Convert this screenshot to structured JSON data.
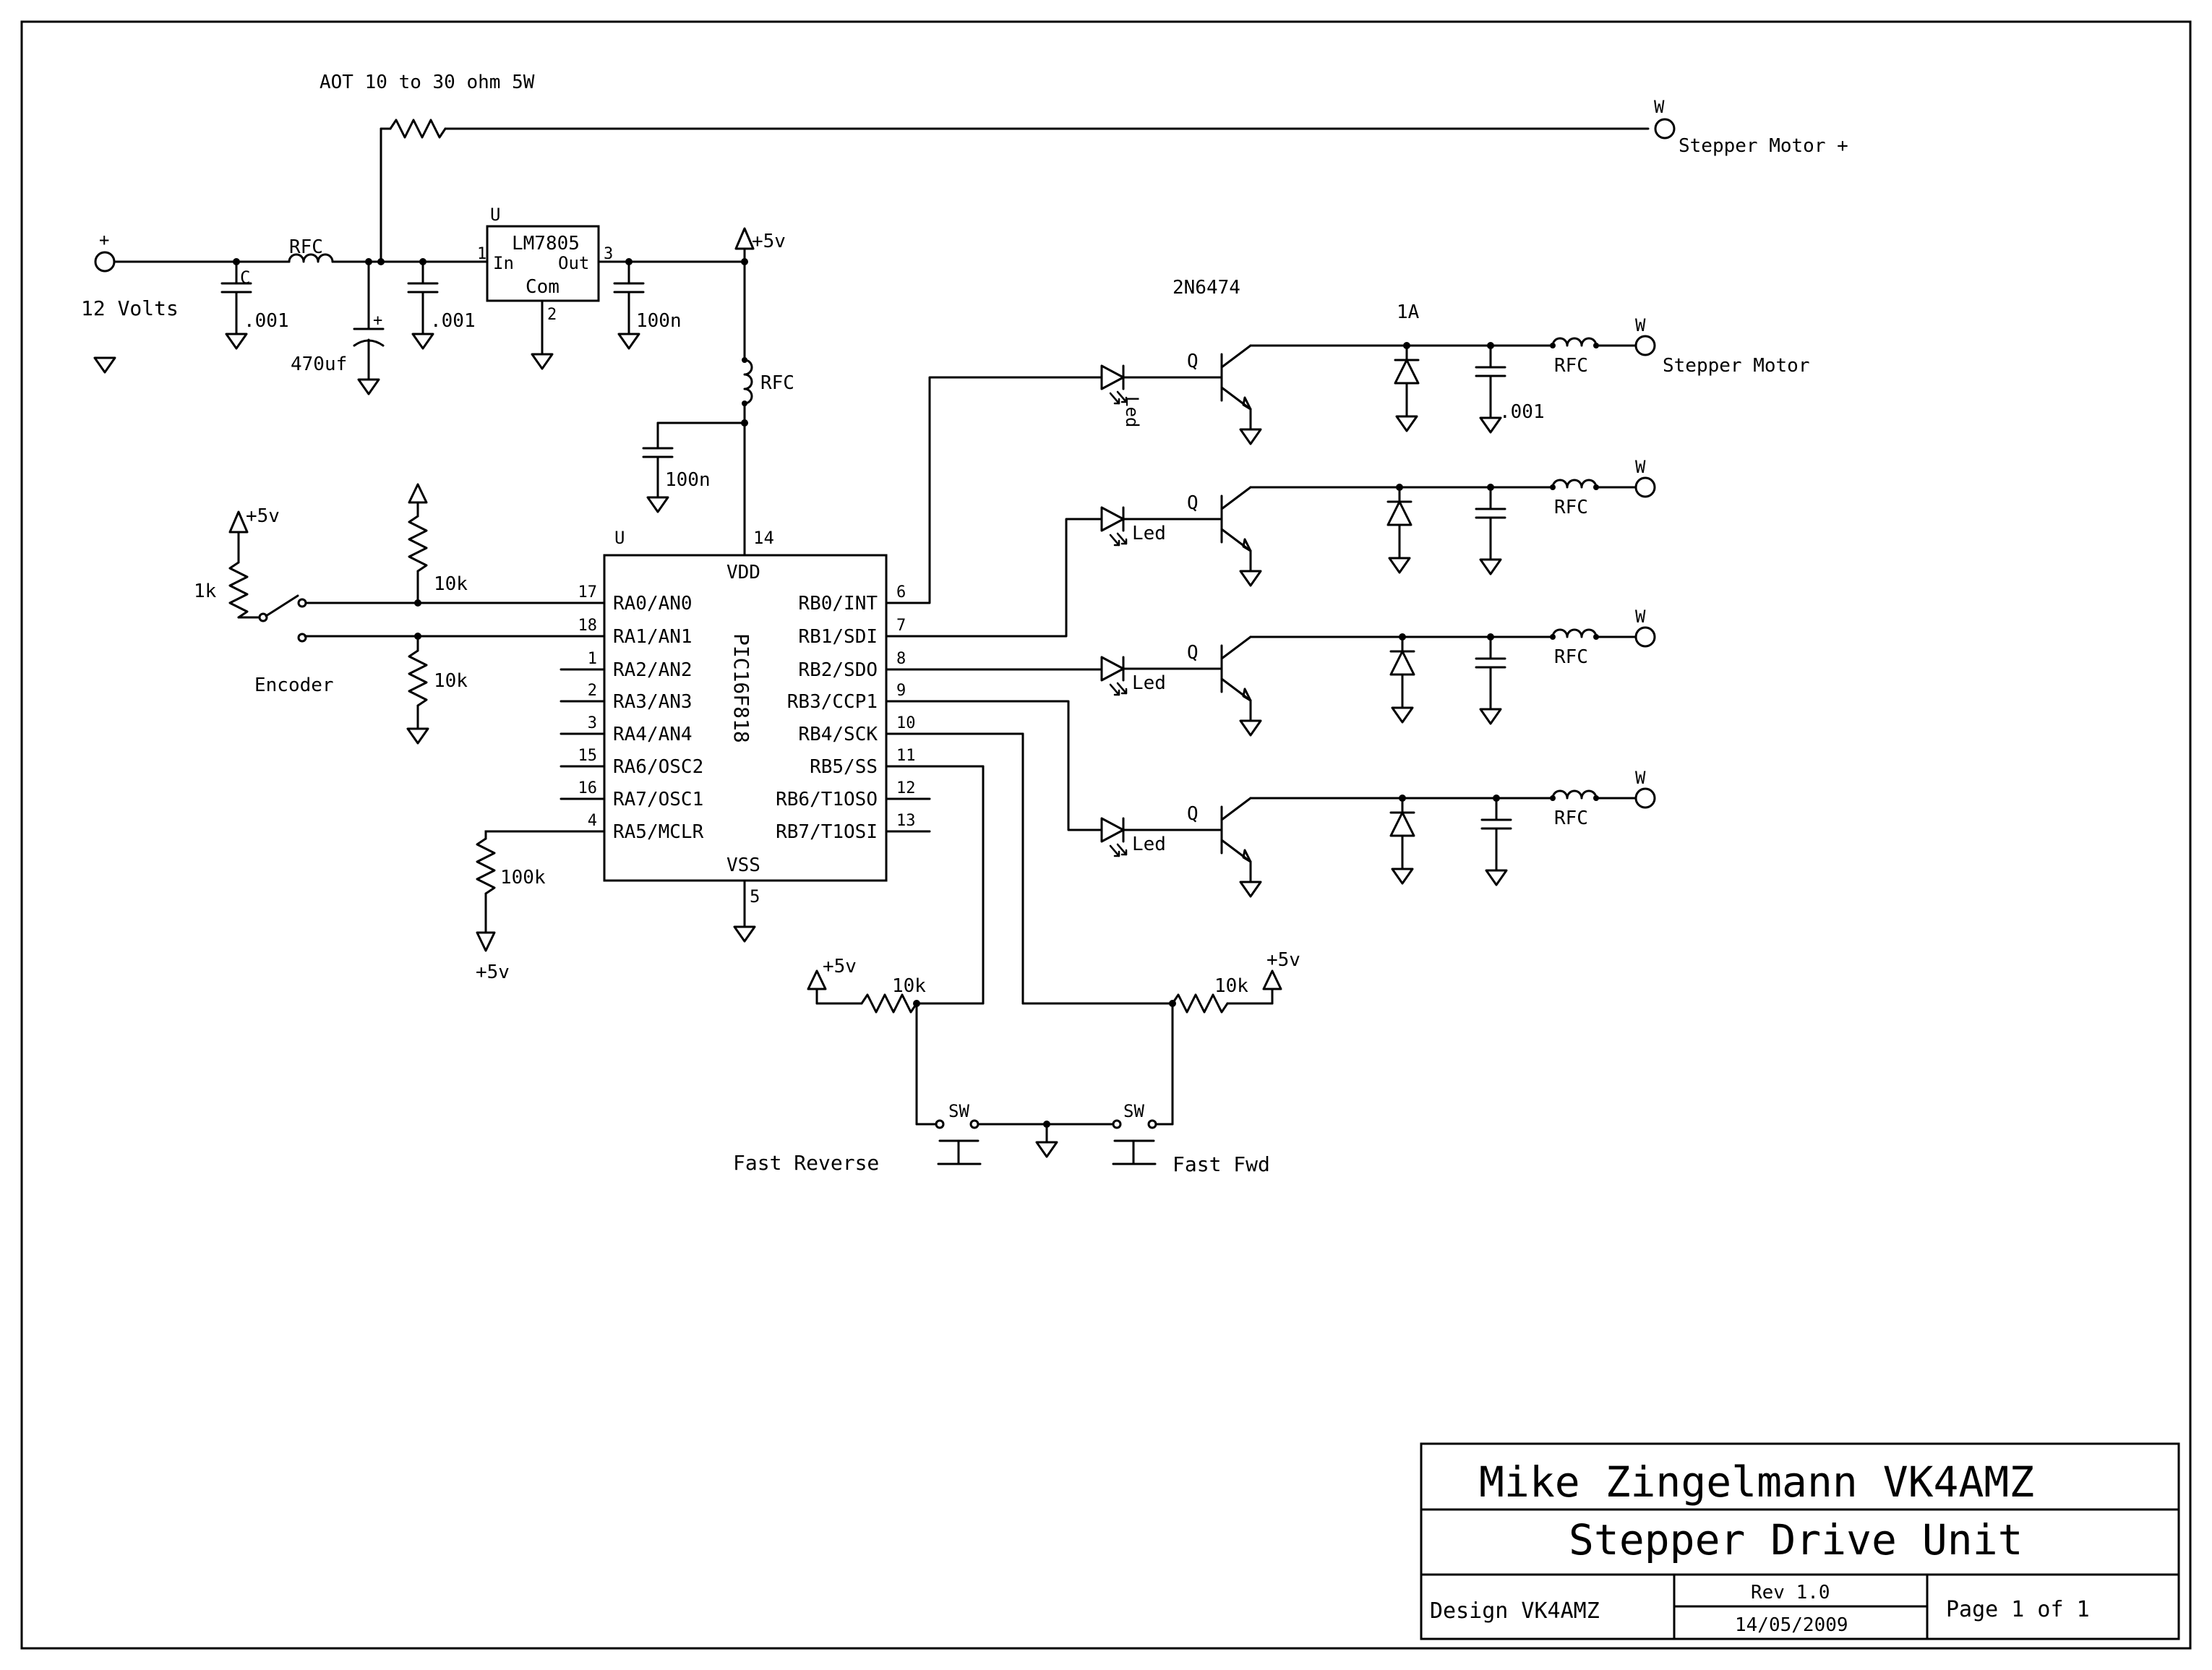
{
  "labels": {
    "aot": "AOT 10 to 30 ohm 5W",
    "stepper_plus": "Stepper Motor +",
    "w": "W",
    "plus": "+",
    "volts12": "12 Volts",
    "rfc": "RFC",
    "c": "C",
    "cap_001": ".001",
    "cap_470": "470uf",
    "cap_100n": "100n",
    "u": "U",
    "lm7805": "LM7805",
    "in": "In",
    "out": "Out",
    "com": "Com",
    "p1": "1",
    "p2": "2",
    "p3": "3",
    "v5": "+5v",
    "transistor": "2N6474",
    "fuse": "1A",
    "stepper_motor": "Stepper Motor",
    "q": "Q",
    "led": "Led",
    "r1k": "1k",
    "r10k": "10k",
    "r100k": "100k",
    "encoder": "Encoder",
    "sw": "SW",
    "fast_reverse": "Fast Reverse",
    "fast_fwd": "Fast Fwd"
  },
  "mcu": {
    "part": "PIC16F818",
    "ref": "U",
    "vdd": "VDD",
    "vss": "VSS",
    "vdd_pin": "14",
    "vss_pin": "5",
    "left_pins": [
      {
        "num": "17",
        "name": "RA0/AN0"
      },
      {
        "num": "18",
        "name": "RA1/AN1"
      },
      {
        "num": "1",
        "name": "RA2/AN2"
      },
      {
        "num": "2",
        "name": "RA3/AN3"
      },
      {
        "num": "3",
        "name": "RA4/AN4"
      },
      {
        "num": "15",
        "name": "RA6/OSC2"
      },
      {
        "num": "16",
        "name": "RA7/OSC1"
      },
      {
        "num": "4",
        "name": "RA5/MCLR"
      }
    ],
    "right_pins": [
      {
        "num": "6",
        "name": "RB0/INT"
      },
      {
        "num": "7",
        "name": "RB1/SDI"
      },
      {
        "num": "8",
        "name": "RB2/SDO"
      },
      {
        "num": "9",
        "name": "RB3/CCP1"
      },
      {
        "num": "10",
        "name": "RB4/SCK"
      },
      {
        "num": "11",
        "name": "RB5/SS"
      },
      {
        "num": "12",
        "name": "RB6/T1OSO"
      },
      {
        "num": "13",
        "name": "RB7/T1OSI"
      }
    ]
  },
  "title_block": {
    "author": "Mike Zingelmann VK4AMZ",
    "title": "Stepper Drive Unit",
    "design": "Design VK4AMZ",
    "rev": "Rev 1.0",
    "date": "14/05/2009",
    "page": "Page 1 of 1"
  }
}
